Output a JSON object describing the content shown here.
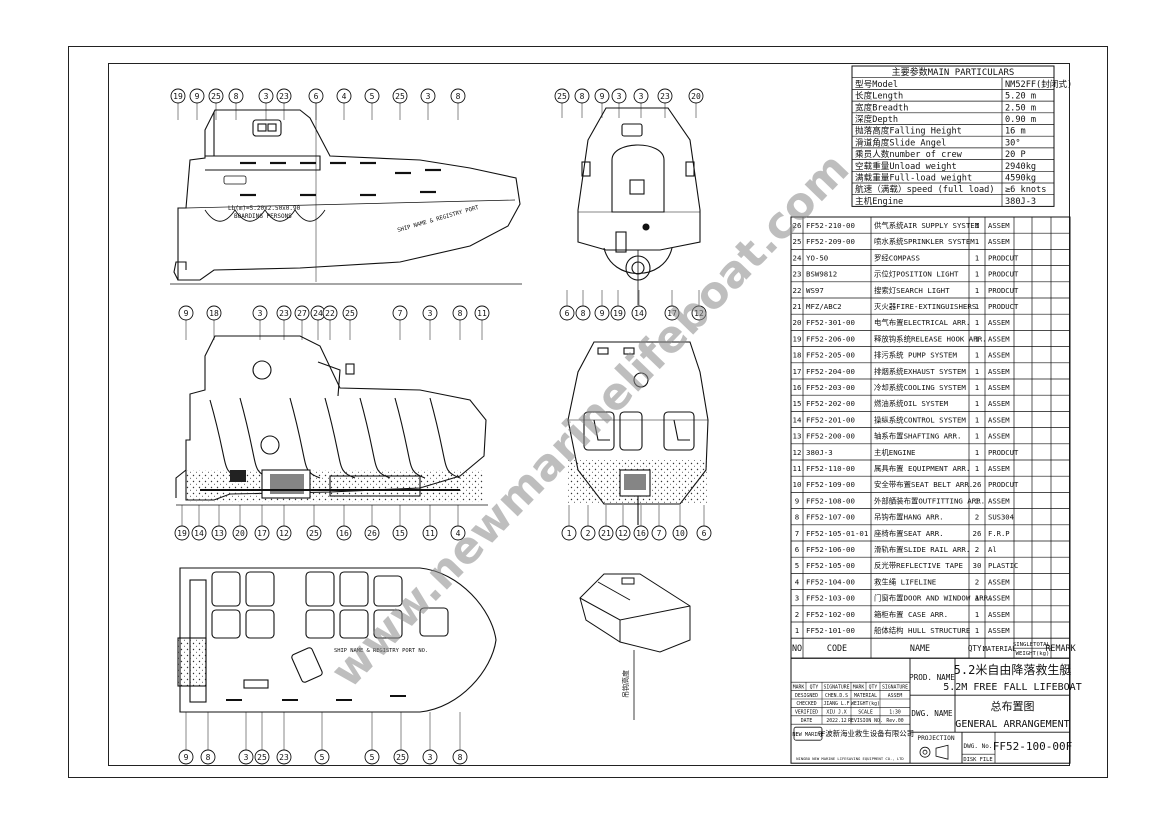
{
  "balloons": {
    "side_top": [
      "19",
      "9",
      "25",
      "8",
      "3",
      "23",
      "6",
      "4",
      "5",
      "25",
      "3",
      "8"
    ],
    "front_top": [
      "25",
      "8",
      "9",
      "3",
      "3",
      "23",
      "20"
    ],
    "front_bottom": [
      "6",
      "8",
      "9",
      "19",
      "14",
      "17",
      "12"
    ],
    "section_top": [
      "9",
      "18",
      "3",
      "23",
      "27",
      "24",
      "22",
      "25",
      "7",
      "3",
      "8",
      "11"
    ],
    "section_bottom": [
      "19",
      "14",
      "13",
      "20",
      "17",
      "12",
      "25",
      "16",
      "26",
      "15",
      "11",
      "4"
    ],
    "rear_bottom": [
      "1",
      "2",
      "21",
      "12",
      "16",
      "7",
      "10",
      "6"
    ],
    "plan_bottom": [
      "9",
      "8",
      "3",
      "25",
      "23",
      "5",
      "5",
      "25",
      "3",
      "8"
    ]
  },
  "hull_text": {
    "capacity": "Lb(m)=5.20x2.50x0.90",
    "persons": "BOARDING PERSONS",
    "ship_name": "SHIP NAME & REGISTRY PORT",
    "plan_text": "SHIP NAME & REGISTRY PORT NO."
  },
  "particulars": {
    "title": "主要参数MAIN PARTICULARS",
    "rows": [
      {
        "label": "型号Model",
        "value": "NM52FF(封闭式)"
      },
      {
        "label": "长度Length",
        "value": "5.20 m"
      },
      {
        "label": "宽度Breadth",
        "value": "2.50 m"
      },
      {
        "label": "深度Depth",
        "value": "0.90 m"
      },
      {
        "label": "抛落高度Falling Height",
        "value": "16 m"
      },
      {
        "label": "滑道角度Slide Angel",
        "value": "30°"
      },
      {
        "label": "乘员人数number of crew",
        "value": "20 P"
      },
      {
        "label": "空载重量Unload weight",
        "value": "2940kg"
      },
      {
        "label": "满载重量Full-load weight",
        "value": "4590kg"
      },
      {
        "label": "航速（满载）speed (full load)",
        "value": "≥6 knots"
      },
      {
        "label": "主机Engine",
        "value": "380J-3"
      }
    ]
  },
  "parts": {
    "rows": [
      {
        "no": "26",
        "code": "FF52-210-00",
        "name": "供气系统AIR SUPPLY SYSTEM",
        "qty": "1",
        "material": "ASSEM"
      },
      {
        "no": "25",
        "code": "FF52-209-00",
        "name": "喷水系统SPRINKLER SYSTEM",
        "qty": "1",
        "material": "ASSEM"
      },
      {
        "no": "24",
        "code": "YO-50",
        "name": "罗经COMPASS",
        "qty": "1",
        "material": "PRODCUT"
      },
      {
        "no": "23",
        "code": "BSW9812",
        "name": "示位灯POSITION LIGHT",
        "qty": "1",
        "material": "PRODCUT"
      },
      {
        "no": "22",
        "code": "WS97",
        "name": "搜索灯SEARCH LIGHT",
        "qty": "1",
        "material": "PRODCUT"
      },
      {
        "no": "21",
        "code": "MFZ/ABC2",
        "name": "灭火器FIRE-EXTINGUISHERS",
        "qty": "1",
        "material": "PRODUCT"
      },
      {
        "no": "20",
        "code": "FF52-301-00",
        "name": "电气布置ELECTRICAL ARR.",
        "qty": "1",
        "material": "ASSEM"
      },
      {
        "no": "19",
        "code": "FF52-206-00",
        "name": "释放钩系统RELEASE HOOK ARR.",
        "qty": "1",
        "material": "ASSEM"
      },
      {
        "no": "18",
        "code": "FF52-205-00",
        "name": "排污系统 PUMP SYSTEM",
        "qty": "1",
        "material": "ASSEM"
      },
      {
        "no": "17",
        "code": "FF52-204-00",
        "name": "排烟系统EXHAUST SYSTEM",
        "qty": "1",
        "material": "ASSEM"
      },
      {
        "no": "16",
        "code": "FF52-203-00",
        "name": "冷却系统COOLING SYSTEM",
        "qty": "1",
        "material": "ASSEM"
      },
      {
        "no": "15",
        "code": "FF52-202-00",
        "name": "燃油系统OIL SYSTEM",
        "qty": "1",
        "material": "ASSEM"
      },
      {
        "no": "14",
        "code": "FF52-201-00",
        "name": "操纵系统CONTROL SYSTEM",
        "qty": "1",
        "material": "ASSEM"
      },
      {
        "no": "13",
        "code": "FF52-200-00",
        "name": "轴系布置SHAFTING ARR.",
        "qty": "1",
        "material": "ASSEM"
      },
      {
        "no": "12",
        "code": "380J-3",
        "name": "主机ENGINE",
        "qty": "1",
        "material": "PRODCUT"
      },
      {
        "no": "11",
        "code": "FF52-110-00",
        "name": "属具布置 EQUIPMENT ARR.",
        "qty": "1",
        "material": "ASSEM"
      },
      {
        "no": "10",
        "code": "FF52-109-00",
        "name": "安全带布置SEAT BELT ARR.",
        "qty": "26",
        "material": "PRODCUT"
      },
      {
        "no": "9",
        "code": "FF52-108-00",
        "name": "外部舾装布置OUTFITTING ARR.",
        "qty": "1",
        "material": "ASSEM"
      },
      {
        "no": "8",
        "code": "FF52-107-00",
        "name": "吊钩布置HANG ARR.",
        "qty": "2",
        "material": "SUS304"
      },
      {
        "no": "7",
        "code": "FF52-105-01-01",
        "name": "座椅布置SEAT ARR.",
        "qty": "26",
        "material": "F.R.P"
      },
      {
        "no": "6",
        "code": "FF52-106-00",
        "name": "滑轨布置SLIDE RAIL ARR.",
        "qty": "2",
        "material": "Al"
      },
      {
        "no": "5",
        "code": "FF52-105-00",
        "name": "反光带REFLECTIVE TAPE",
        "qty": "30",
        "material": "PLASTIC"
      },
      {
        "no": "4",
        "code": "FF52-104-00",
        "name": "救生绳 LIFELINE",
        "qty": "2",
        "material": "ASSEM"
      },
      {
        "no": "3",
        "code": "FF52-103-00",
        "name": "门窗布置DOOR AND WINDOW ARR.",
        "qty": "1",
        "material": "ASSEM"
      },
      {
        "no": "2",
        "code": "FF52-102-00",
        "name": "箱柜布置 CASE ARR.",
        "qty": "1",
        "material": "ASSEM"
      },
      {
        "no": "1",
        "code": "FF52-101-00",
        "name": "船体结构 HULL STRUCTURE",
        "qty": "1",
        "material": "ASSEM"
      }
    ],
    "header": {
      "no": "NO",
      "code": "CODE",
      "name": "NAME",
      "qty": "QTY.",
      "material": "MATERIAL",
      "single": "SINGLE",
      "total": "TOTAL",
      "weight": "WEIGHT(kg)",
      "remark": "REMARK"
    }
  },
  "title_block": {
    "sig_header": [
      "MARK",
      "QTY",
      "SIGNATURE",
      "MARK",
      "QTY",
      "SIGNATURE"
    ],
    "designed_label": "DESIGNED",
    "designed_by": "CHEN.D.S",
    "material_label": "MATERIAL",
    "material_value": "ASSEM",
    "checked_label": "CHECKED",
    "checked_by": "JIANG L.F",
    "weight_label": "WEIGHT(kg)",
    "verified_label": "VERIFIED",
    "verified_by": "XIU J.X",
    "scale_label": "SCALE",
    "scale_value": "1:30",
    "date_label": "DATE",
    "date_value": "2022.12",
    "revision_label": "REVISION NO.",
    "revision_value": "Rev.00",
    "company_logo": "NEW MARINE",
    "company_cn": "宁波新海业救生设备有限公司",
    "company_en": "NINGBO NEW MARINE LIFESAVING EQUIPMENT CO., LTD",
    "prod_name_label": "PROD. NAME",
    "prod_name_cn": "5.2米自由降落救生艇",
    "prod_name_en": "5.2M FREE FALL LIFEBOAT",
    "dwg_name_label": "DWG. NAME",
    "dwg_name_cn": "总布置图",
    "dwg_name_en": "GENERAL ARRANGEMENT",
    "projection_label": "PROJECTION",
    "dwg_no_label": "DWG. No.",
    "dwg_no": "FF52-100-00F",
    "disk_file_label": "DISK FILE"
  },
  "iso_label": "吊钩高度",
  "watermark": "www.newmarinelifeboat.com"
}
